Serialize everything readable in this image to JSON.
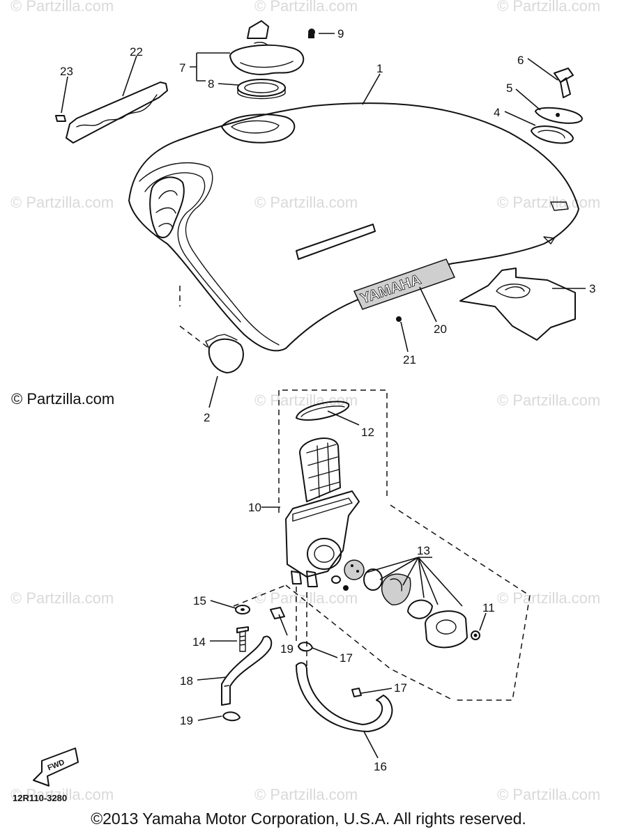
{
  "watermark": "© Partzilla.com",
  "copyright_partzilla": "© Partzilla.com",
  "copyright_yamaha": "©2013  Yamaha Motor Corporation, U.S.A. All rights reserved.",
  "diagram_ref": "12R110-3280",
  "tank_badge": "YAMAHA",
  "fwd_label": "FWD",
  "callouts": {
    "c1": "1",
    "c2": "2",
    "c3": "3",
    "c4": "4",
    "c5": "5",
    "c6": "6",
    "c7": "7",
    "c8": "8",
    "c9": "9",
    "c10": "10",
    "c11": "11",
    "c12": "12",
    "c13": "13",
    "c14": "14",
    "c15": "15",
    "c16": "16",
    "c17a": "17",
    "c17b": "17",
    "c18": "18",
    "c19a": "19",
    "c19b": "19",
    "c20": "20",
    "c21": "21",
    "c22": "22",
    "c23": "23"
  }
}
